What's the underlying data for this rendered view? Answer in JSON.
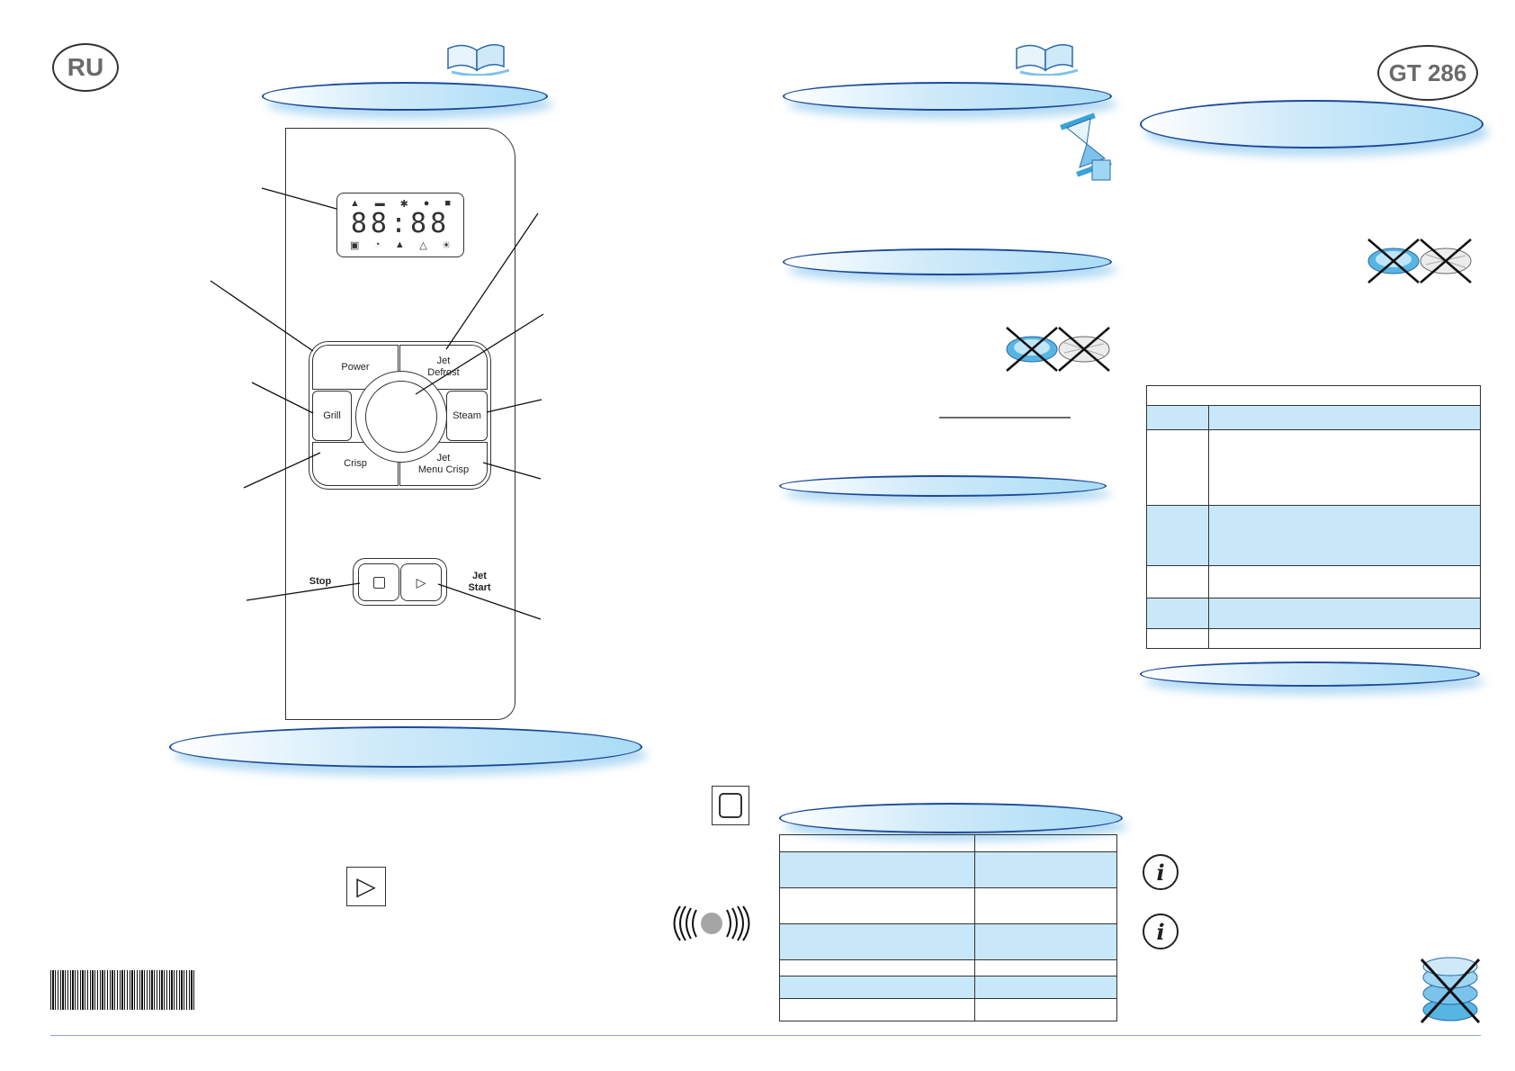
{
  "header": {
    "language_badge": "RU",
    "model_badge": "GT 286"
  },
  "control_panel": {
    "display_digits": "88:88",
    "display_icons_top": [
      "grill-icon",
      "crisp-icon",
      "defrost-icon",
      "steam-icon",
      "menu-icon"
    ],
    "display_icons_bottom": [
      "clock-icon",
      "timer-icon",
      "weight-icon",
      "portion-icon",
      "jet-icon"
    ],
    "buttons": {
      "power": "Power",
      "jet_defrost_line1": "Jet",
      "jet_defrost_line2": "Defrost",
      "grill": "Grill",
      "steam": "Steam",
      "crisp": "Crisp",
      "jet_menu_line1": "Jet",
      "jet_menu_line2": "Menu Crisp"
    },
    "stop_label": "Stop",
    "jet_start_line1": "Jet",
    "jet_start_line2": "Start"
  },
  "icons": {
    "book": "open-book-icon",
    "hourglass": "hourglass-icon",
    "stop_square": "stop-square-icon",
    "play": "play-triangle-icon",
    "vibration": "vibration-icon",
    "info": "info-icon",
    "no_dish": "crossed-dish-icon",
    "no_stack": "crossed-stack-icon"
  },
  "colors": {
    "accent_blue": "#1c4a9a",
    "table_highlight": "#c8e7f8",
    "badge_gray": "#6a6a6a"
  }
}
